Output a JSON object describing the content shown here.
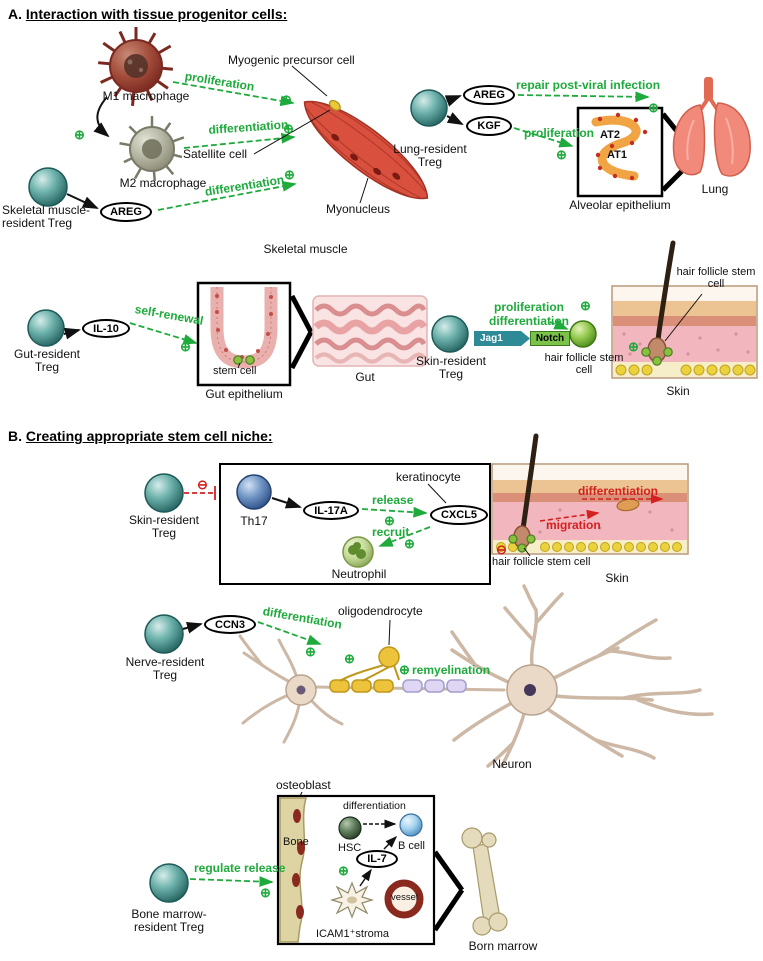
{
  "symbols": {
    "plus": "⊕",
    "minus": "⊖"
  },
  "colors": {
    "green": "#1faa3c",
    "red": "#d42020",
    "teal": "#2e7f7f"
  },
  "panelA": {
    "label": "A.",
    "title": "Interaction with tissue progenitor cells:",
    "muscle": {
      "m1": "M1 macrophage",
      "m2": "M2 macrophage",
      "treg": "Skeletal muscle-resident Treg",
      "areg": "AREG",
      "proliferation": "proliferation",
      "diff1": "differentiation",
      "diff2": "differentiation",
      "myogenic": "Myogenic precursor cell",
      "satellite": "Satellite cell",
      "myonucleus": "Myonucleus",
      "tissue": "Skeletal muscle"
    },
    "lung": {
      "treg": "Lung-resident Treg",
      "areg": "AREG",
      "kgf": "KGF",
      "repair": "repair post-viral infection",
      "proliferation": "proliferation",
      "at2": "AT2",
      "at1": "AT1",
      "alveolar": "Alveolar epithelium",
      "tissue": "Lung"
    },
    "gut": {
      "treg": "Gut-resident Treg",
      "il10": "IL-10",
      "self_renewal": "self-renewal",
      "stem_cell": "stem cell",
      "epithelium": "Gut epithelium",
      "tissue": "Gut"
    },
    "skin": {
      "treg": "Skin-resident Treg",
      "proliferation": "proliferation",
      "differentiation": "differentiation",
      "jag1": "Jag1",
      "notch": "Notch",
      "hfsc": "hair follicle stem cell",
      "hfsc_top": "hair follicle stem cell",
      "tissue": "Skin"
    }
  },
  "panelB": {
    "label": "B.",
    "title": "Creating appropriate stem cell niche:",
    "skin": {
      "treg": "Skin-resident Treg",
      "th17": "Th17",
      "il17a": "IL-17A",
      "release": "release",
      "recruit": "recruit",
      "cxcl5": "CXCL5",
      "keratinocyte": "keratinocyte",
      "neutrophil": "Neutrophil",
      "differentiation": "differentiation",
      "migration": "migration",
      "hfsc": "hair follicle stem cell",
      "tissue": "Skin"
    },
    "nerve": {
      "treg": "Nerve-resident Treg",
      "ccn3": "CCN3",
      "differentiation": "differentiation",
      "oligodendrocyte": "oligodendrocyte",
      "remyelination": "remyelination",
      "tissue": "Neuron"
    },
    "bone": {
      "treg": "Bone marrow-resident Treg",
      "regulate": "regulate release",
      "osteoblast": "osteoblast",
      "bone": "Bone",
      "hsc": "HSC",
      "differentiation": "differentiation",
      "bcell": "B cell",
      "il7": "IL-7",
      "vessel": "vessel",
      "stroma": "ICAM1⁺stroma",
      "tissue": "Born marrow"
    }
  }
}
